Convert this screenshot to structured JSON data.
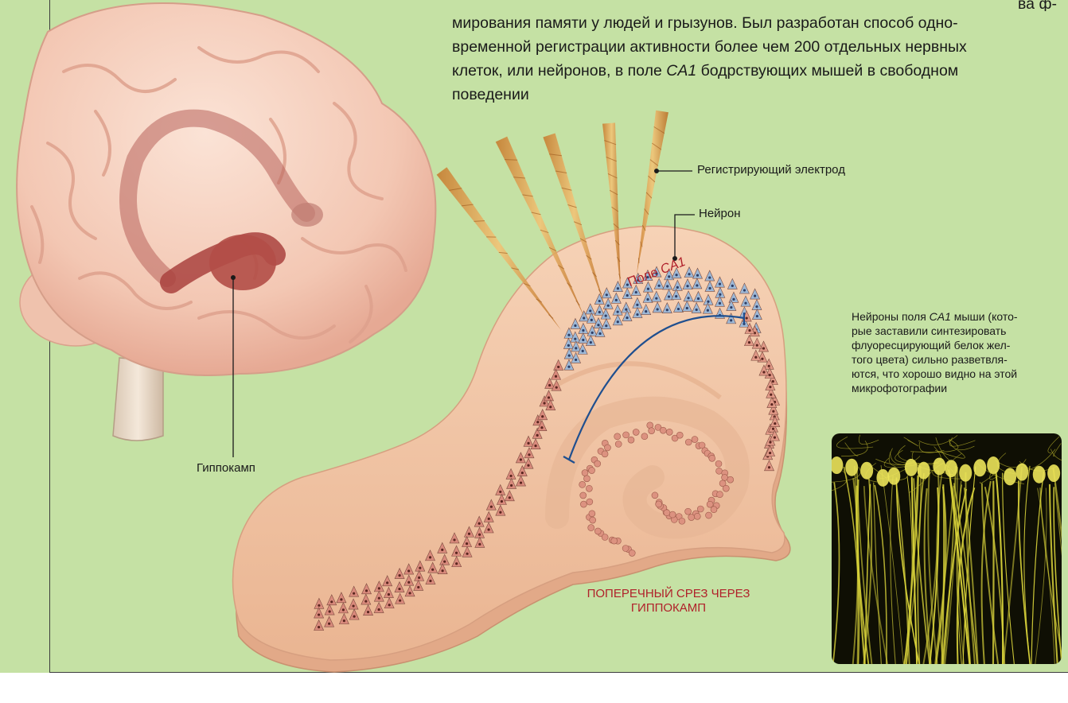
{
  "intro": {
    "line_partial": "ва ф-",
    "lines": [
      "мирования памяти у людей и грызунов. Был разработан способ одно-",
      "временной регистрации активности более чем 200 отдельных нервных"
    ],
    "line4_before": "клеток, или нейронов, в поле ",
    "line4_term": "CA1",
    "line4_after": " бодрствующих мышей в свободном",
    "line5": "поведении"
  },
  "labels": {
    "electrode": "Регистрирующий электрод",
    "neuron": "Нейрон",
    "hippocampus": "Гиппокамп",
    "field_prefix": "Поле ",
    "field_term": "CA1",
    "section_line1": "ПОПЕРЕЧНЫЙ СРЕЗ ЧЕРЕЗ",
    "section_line2": "ГИППОКАМП"
  },
  "caption": {
    "line1_before": "Нейроны поля ",
    "line1_term": "CA1",
    "line1_after": " мыши (кото-",
    "lines": [
      "рые заставили синтезировать",
      "флуоресцирующий белок жел-",
      "того цвета) сильно разветвля-",
      "ются, что хорошо видно на этой",
      "микрофотографии"
    ]
  },
  "colors": {
    "panel_bg": "#c5e1a4",
    "accent_red": "#b0202a",
    "bracket_blue": "#1f4f8f",
    "tissue": "#f2c6a4",
    "fluorescence": "#d8d23a"
  }
}
